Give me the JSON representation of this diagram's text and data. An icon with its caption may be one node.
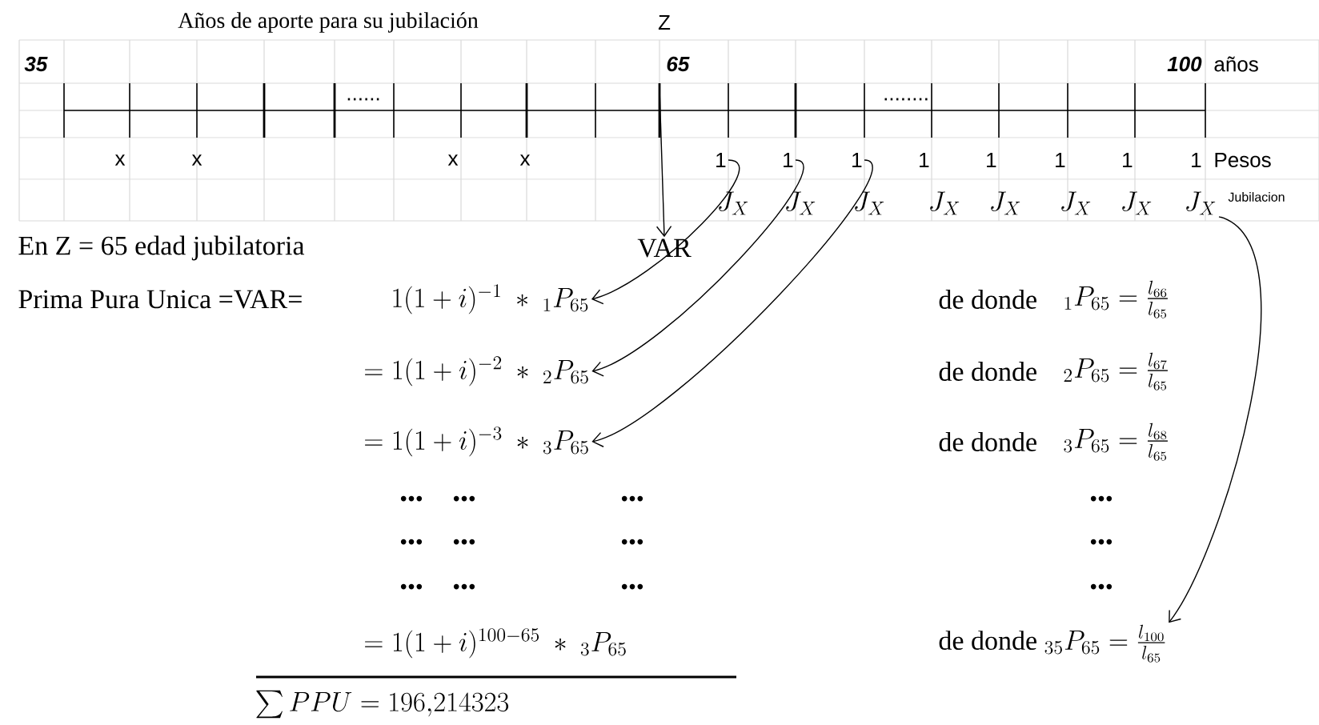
{
  "diagram": {
    "title": "Años de aporte para su jubilación",
    "nodes": [
      {
        "text": [
          "VAR"
        ]
      },
      {
        "text": [
          "1"
        ]
      },
      {
        "text": [
          "1"
        ]
      },
      {
        "text": [
          "1"
        ]
      },
      {
        "text": [
          "1(1+i)^{-1}\\ \\ast\\ {}_{1}P_{65}"
        ]
      },
      {
        "text": [
          "=1(1+i)^{-2}\\ \\ast\\ {}_{2}P_{65}"
        ]
      },
      {
        "text": [
          "=1(1+i)^{-3}\\ \\ast\\ {}_{3}P_{65}"
        ]
      },
      {
        "text": [
          "J_X"
        ]
      },
      {
        "text": [
          "de donde",
          "{}_{35}P_{65}=\\frac{l_{100}}{l_{65}}"
        ]
      }
    ],
    "edges": [
      {
        "from": null,
        "to": 0,
        "arrow": "to"
      },
      {
        "from": 1,
        "to": 4,
        "arrow": "to"
      },
      {
        "from": 2,
        "to": 5,
        "arrow": "to"
      },
      {
        "from": 3,
        "to": 6,
        "arrow": "to"
      },
      {
        "from": 7,
        "to": 8,
        "arrow": "to"
      }
    ],
    "labels": [
      "Z",
      "35",
      "65",
      "100",
      "años",
      "......",
      "........",
      "x",
      "x",
      "x",
      "x",
      "1",
      "1",
      "1",
      "1",
      "1",
      "Pesos",
      "J_X",
      "J_X",
      "J_X",
      "J_X",
      "J_X",
      "J_X",
      "J_X",
      "Jubilacion",
      "En Z = 65 edad jubilatoria",
      "Prima Pura Unica =VAR=",
      "de donde",
      "{}_{1}P_{65}=\\frac{l_{66}}{l_{65}}",
      "de donde",
      "{}_{2}P_{65}=\\frac{l_{67}}{l_{65}}",
      "de donde",
      "{}_{3}P_{65}=\\frac{l_{68}}{l_{65}}",
      "•••",
      "•••",
      "•••",
      "•••",
      "•••",
      "•••",
      "•••",
      "•••",
      "•••",
      "•••",
      "•••",
      "•••",
      "=1(1+i)^{100-65}\\ \\ast\\ {}_{3}P_{65}",
      "\\sum PPU=196{,}214323"
    ]
  }
}
